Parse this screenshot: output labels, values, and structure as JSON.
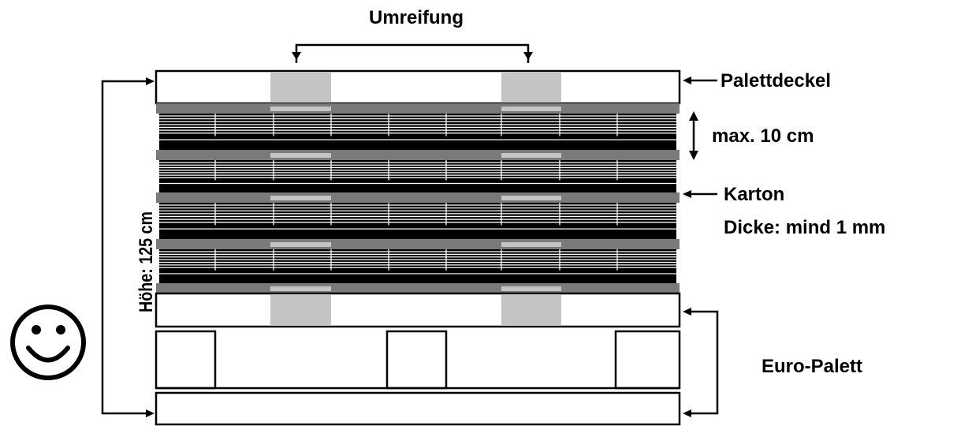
{
  "labels": {
    "strapping": "Umreifung",
    "pallet_lid": "Palettdeckel",
    "max_height_layer": "max. 10 cm",
    "cardboard": "Karton",
    "thickness": "Dicke: mind 1 mm",
    "total_height": "Höhe: 125 cm",
    "euro_pallet": "Euro-Palett"
  },
  "icons": {
    "smiley": "smiley-face-icon"
  },
  "colors": {
    "ink": "#000000",
    "strap": "#c4c4c4",
    "cardboard": "#7a7a7a",
    "background": "#ffffff"
  }
}
